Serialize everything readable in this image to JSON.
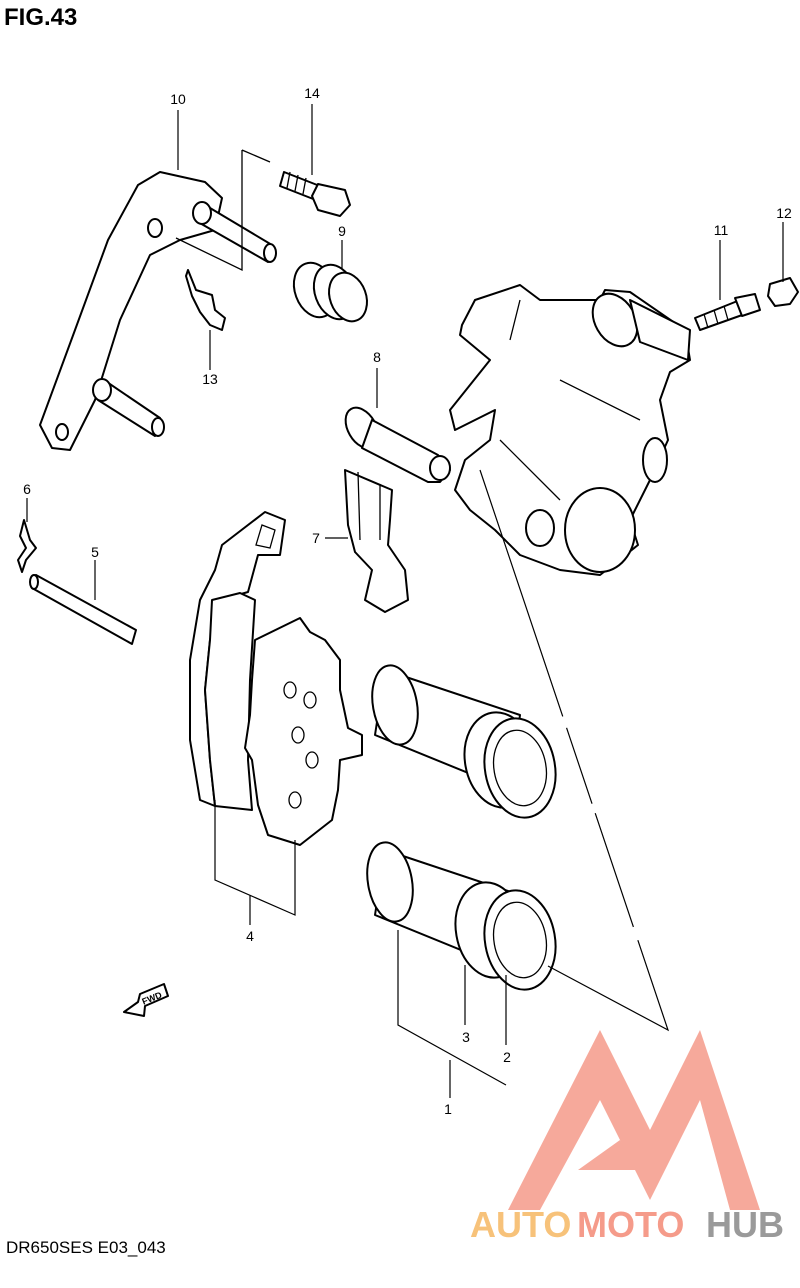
{
  "figure": {
    "title": "FIG.43",
    "footer_code": "DR650SES E03_043"
  },
  "callouts": {
    "c1": "1",
    "c2": "2",
    "c3": "3",
    "c4": "4",
    "c5": "5",
    "c6": "6",
    "c7": "7",
    "c8": "8",
    "c9": "9",
    "c10": "10",
    "c11": "11",
    "c12": "12",
    "c13": "13",
    "c14": "14"
  },
  "direction_marker": {
    "label": "FWD",
    "icon": "arrow-fwd-icon"
  },
  "watermark": {
    "word_part_1": "AUTO",
    "word_part_2": "MOTO",
    "word_part_3": "HUB",
    "colors": {
      "accent": "#f59b8a",
      "orange": "#f7c27a",
      "gray": "#9a9a9a"
    }
  },
  "colors": {
    "line": "#000000",
    "background": "#ffffff"
  }
}
